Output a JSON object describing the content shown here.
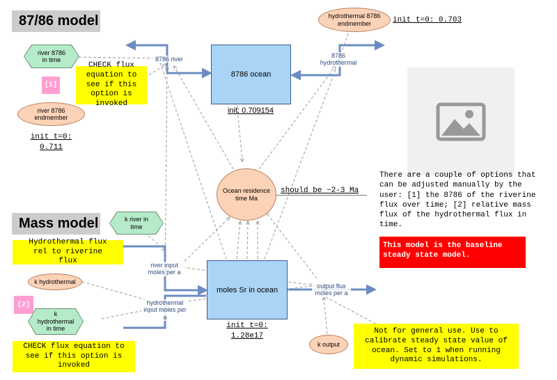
{
  "sections": {
    "ratio_title": "87/86 model",
    "mass_title": "Mass model"
  },
  "stocks": {
    "ocean_8786": {
      "label": "8786 ocean",
      "init": "init: 0.709154"
    },
    "moles_sr": {
      "label": "moles Sr in ocean",
      "init_line1": "init t=0:",
      "init_line2": "1.28e17"
    }
  },
  "variables": {
    "river_8786_endmember": "river 8786 endmember",
    "hydrothermal_8786_endmember": "hydrothermal 8786 endmember",
    "ocean_residence_time": "Ocean residence time Ma",
    "k_hydrothermal": "k hydrothermal",
    "k_output": "k output"
  },
  "hex_variables": {
    "river_8786_in_time": "river 8786 in time",
    "k_river_in_time": "k river in time",
    "k_hydrothermal_in_time": "k hydrothermal in time"
  },
  "flows": {
    "river_8786": "8786 river",
    "hydrothermal_8786": "8786 hydrothermal",
    "river_input": "river input moles per a",
    "hydrothermal_input": "hydrothermal input moles per a",
    "output_flux": "output flux moles per a"
  },
  "inits": {
    "hydrothermal_endmember": "init t=0: 0.703",
    "river_endmember_line1": "init t=0:",
    "river_endmember_line2": "0.711"
  },
  "notes": {
    "check_flux_top": "CHECK flux equation to see if this option is invoked",
    "check_flux_bottom": "CHECK flux equation to see if this option is invoked",
    "hydrothermal_rel": "Hydrothermal flux rel to riverine flux",
    "not_general_use": "Not for general use. Use to calibrate steady state value of ocean. Set to 1 when running dynamic simulations.",
    "should_be": "should be ~2-3 Ma",
    "options_description": "There are a couple of options that can be adjusted manually by the user: [1] the 8786 of the riverine flux over time; [2] relative mass flux of the hydrothermal flux in time.",
    "baseline_model": "This model is the baseline steady state model."
  },
  "badges": {
    "option1": "[1]",
    "option2": "[2]"
  },
  "icons": {
    "image_placeholder": "image-placeholder-icon"
  },
  "colors": {
    "stock_fill": "#a9d4f5",
    "variable_fill": "#fdd3b8",
    "hex_fill": "#b5ebc8",
    "note_fill": "#ffff00",
    "flow_pipe": "#6b8cc2",
    "alert_fill": "#ff0000",
    "badge_fill": "#ff9fd1"
  }
}
